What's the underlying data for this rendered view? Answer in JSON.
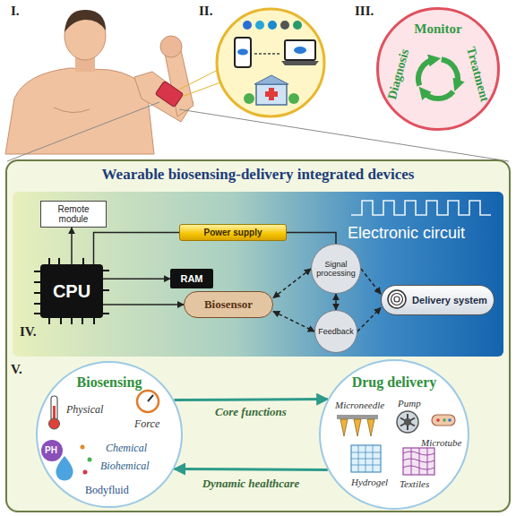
{
  "diagram": {
    "nodes": [
      {
        "text": [
          "Monitor",
          "Diagnosis",
          "Treatment"
        ]
      },
      {
        "text": [
          "Wearable biosensing-delivery integrated devices"
        ]
      },
      {
        "text": [
          "Electronic circuit"
        ],
        "in": 1
      },
      {
        "text": [
          "Remote module"
        ],
        "in": 2
      },
      {
        "text": [
          "Power supply"
        ],
        "in": 2
      },
      {
        "text": [
          "RAM"
        ],
        "in": 2
      },
      {
        "text": [
          "CPU"
        ],
        "in": 2
      },
      {
        "text": [
          "Biosensor"
        ],
        "in": 2
      },
      {
        "text": [
          "Signal processing"
        ],
        "in": 2
      },
      {
        "text": [
          "Feedback"
        ],
        "in": 2
      },
      {
        "text": [
          "Delivery system"
        ],
        "in": 2
      },
      {
        "text": [
          "Biosensing"
        ],
        "in": 1
      },
      {
        "text": [
          "Drug delivery"
        ],
        "in": 1
      }
    ],
    "edges": [
      {
        "from": 6,
        "to": 3,
        "arrow": "to"
      },
      {
        "from": 4,
        "to": 6,
        "arrow": "none"
      },
      {
        "from": 6,
        "to": 5,
        "arrow": "to"
      },
      {
        "from": 6,
        "to": 7,
        "arrow": "to"
      },
      {
        "from": 4,
        "to": 8,
        "arrow": "none"
      },
      {
        "from": 7,
        "to": 8,
        "arrow": "both"
      },
      {
        "from": 7,
        "to": 9,
        "arrow": "both"
      },
      {
        "from": 8,
        "to": 9,
        "arrow": "both"
      },
      {
        "from": 8,
        "to": 10,
        "arrow": "to"
      },
      {
        "from": 9,
        "to": 10,
        "arrow": "to"
      },
      {
        "from": 11,
        "to": 12,
        "arrow": "to"
      },
      {
        "from": 12,
        "to": 11,
        "arrow": "to"
      }
    ],
    "labels": [
      "I.",
      "II.",
      "III.",
      "IV.",
      "V.",
      "Physical",
      "Force",
      "PH",
      "Chemical",
      "Biohemical",
      "Bodyfluid",
      "Core functions",
      "Dynamic healthcare",
      "Microneedle",
      "Pump",
      "Microtube",
      "Hydrogel",
      "Textiles"
    ]
  }
}
